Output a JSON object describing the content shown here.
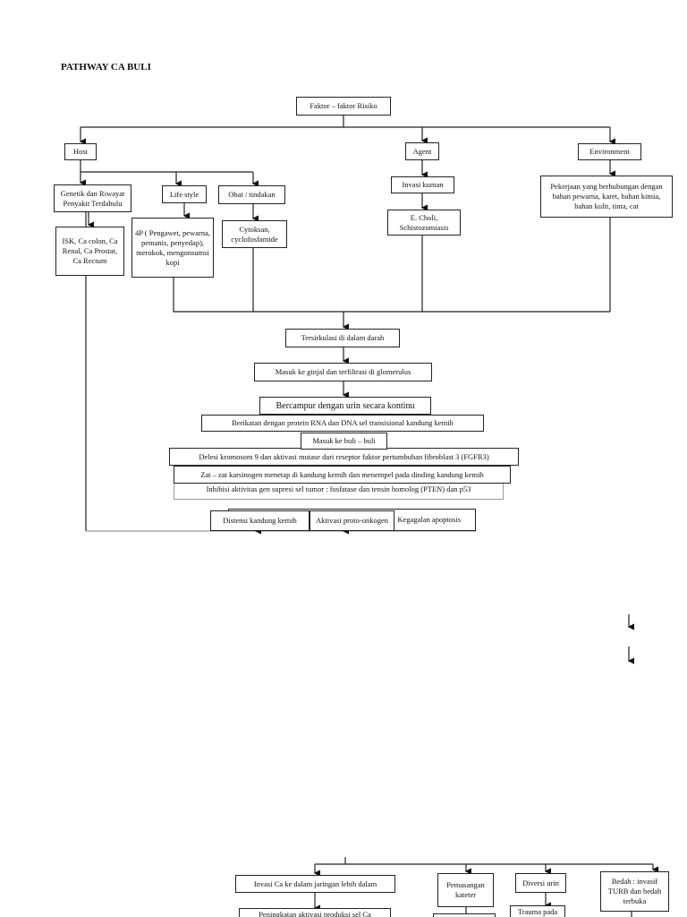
{
  "title": "PATHWAY CA BULI",
  "nodes": {
    "faktor": "Faktor – faktor Risiko",
    "host": "Host",
    "agent": "Agent",
    "environment": "Environment",
    "genetik": "Genetik dan Riwayat Penyakit Terdahulu",
    "isk": "ISK, Ca colon, Ca Renal, Ca Prostat, Ca Rectum",
    "lifestyle": "Life style",
    "p4": "4P ( Pengawet, pewarna, pemanis, penyedap), merokok, mengonsumsi kopi",
    "obat": "Obat / tindakan",
    "cytoksan": "Cytoksan, cyclofosfamide",
    "invasi_kuman": "Invasi kuman",
    "echoli": "E. Choli, Schistozomiasis",
    "pekerjaan": "Pekerjaan yang berhubungan dengan bahan pewarna, karet, bahan kimia, bahan kulit, tinta, cat",
    "tersirkulasi": "Tersirkulasi di dalam darah",
    "ginjal": "Masuk ke ginjal dan terfiltrasi di glomerulus",
    "bercampur": "Bercampur dengan urin secara kontinu",
    "berikatan": "Berikatan dengan protein RNA dan DNA sel transisional kandung kemih",
    "buli": "Masuk ke buli – buli",
    "delesi": "Delesi kromosom 9 dan aktivasi mutase dari reseptor faktor pertumbuhan fibroblast 3 (FGFR3)",
    "zat": "Zat – zat karsinogen menetap di kandung kemih dan menempel pada dinding kandung kemih",
    "inhibisi": "Inhibisi aktivitas gen supresi sel tumor : fosfatase dan tensin homolog (PTEN) dan p53",
    "kegagalan": "Kegagalan apoptosis",
    "distensi": "Distensi kandung kemih",
    "aktivasi": "Aktivasi proto-onkogen",
    "invasi_ca": "Invasi Ca ke dalam jaringan lebih dalam",
    "pemasangan": "Pemasangan kateter",
    "diversi": "Diversi urin",
    "bedah": "Bedah : invasif TURB dan bedah terbuka",
    "peningkatan": "Peningkatan aktivasi produksi sel Ca",
    "trauma": "Trauma pada"
  }
}
